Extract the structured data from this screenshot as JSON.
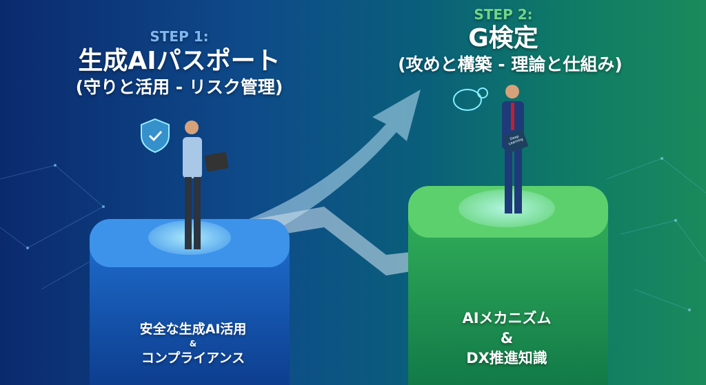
{
  "step1": {
    "label": "STEP 1:",
    "title": "生成AIパスポート",
    "subtitle": "(守りと活用 - リスク管理)",
    "footer_line1": "安全な生成AI活用",
    "footer_amp": "&",
    "footer_line2": "コンプライアンス",
    "color": "#7fb8ef"
  },
  "step2": {
    "label": "STEP 2:",
    "title": "G検定",
    "subtitle": "(攻めと構築 - 理論と仕組み)",
    "footer_line1": "AIメカニズム",
    "footer_amp": "&",
    "footer_line2": "DX推進知識",
    "book_text": "Deep Learning",
    "color": "#6fd68a"
  }
}
